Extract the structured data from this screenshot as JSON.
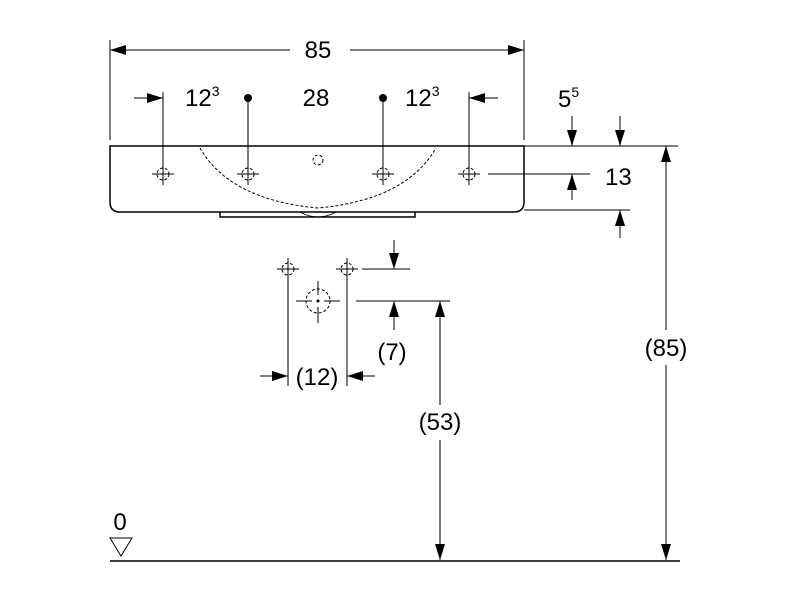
{
  "dimensions": {
    "overall_width": "85",
    "offset_left": {
      "base": "12",
      "sup": "3"
    },
    "tap_spacing": "28",
    "offset_right": {
      "base": "12",
      "sup": "3"
    },
    "rim_offset": {
      "base": "5",
      "sup": "5"
    },
    "basin_depth": "13",
    "waste_spacing": "(12)",
    "waste_offset": "(7)",
    "waste_height": "(53)",
    "rim_height": "(85)",
    "floor_level": "0"
  }
}
